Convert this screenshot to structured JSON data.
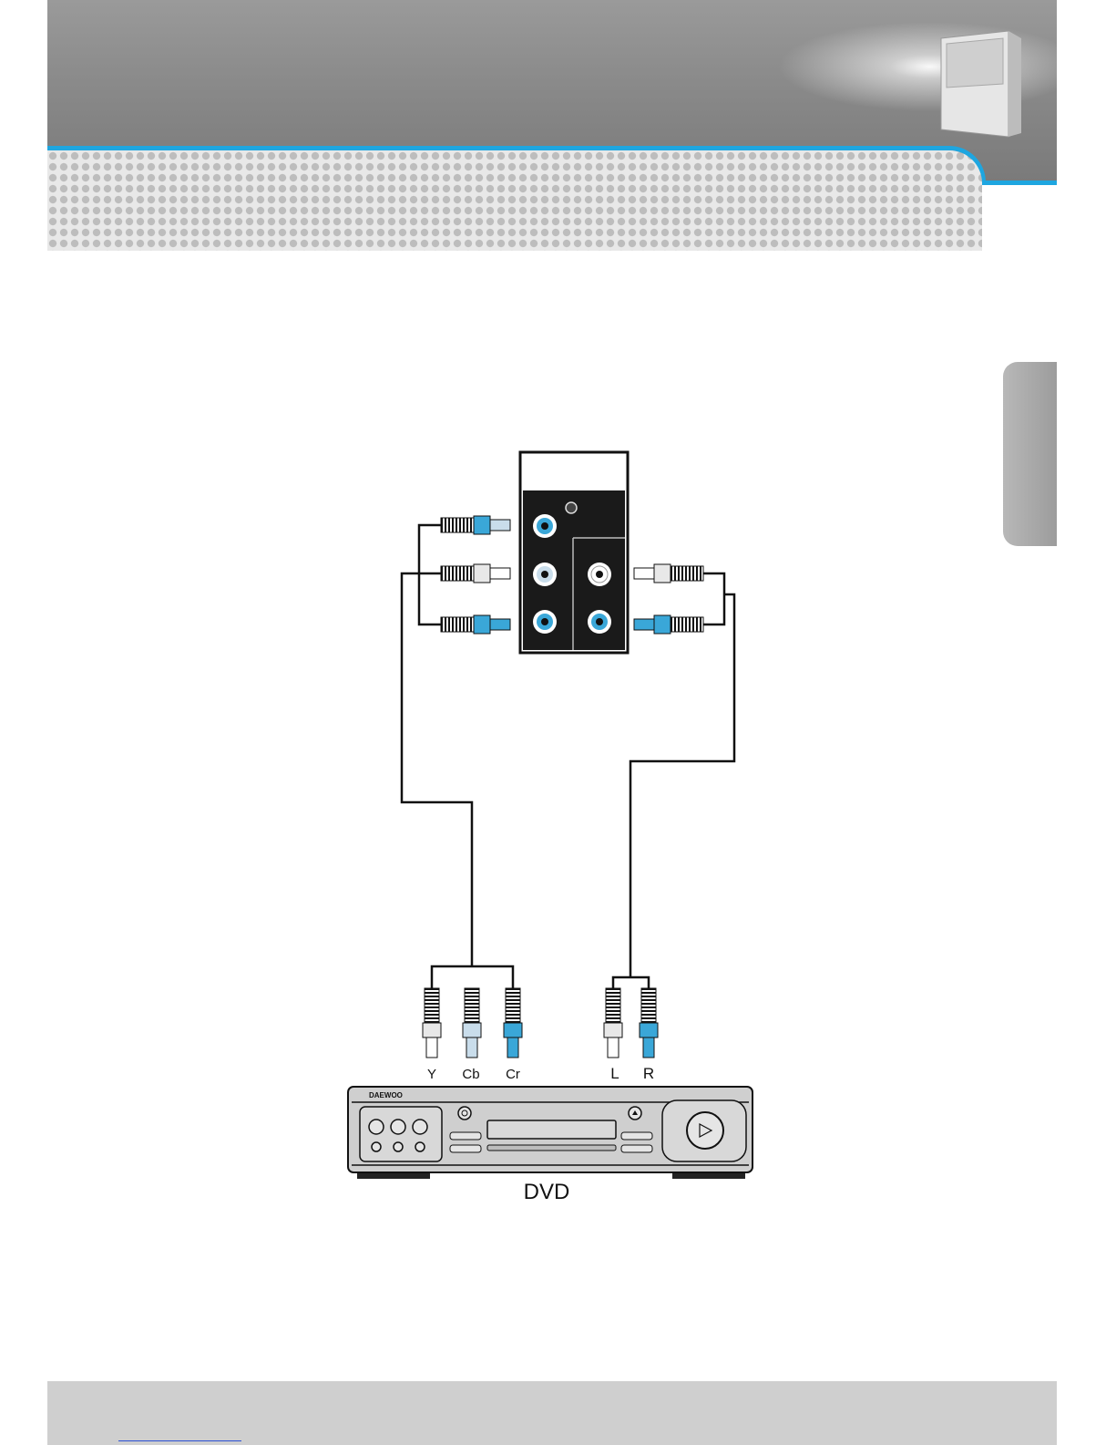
{
  "labels": {
    "y": "Y",
    "cb": "Cb",
    "cr": "Cr",
    "l": "L",
    "r": "R",
    "dvd": "DVD",
    "brand": "DAEWOO"
  },
  "icons": {
    "tv": "projection-tv-icon"
  },
  "colors": {
    "accent_blue": "#1ea6e0",
    "plug_blue": "#3aa7d8",
    "plug_light": "#c9ddeb",
    "jack_panel": "#1a1a1a"
  }
}
